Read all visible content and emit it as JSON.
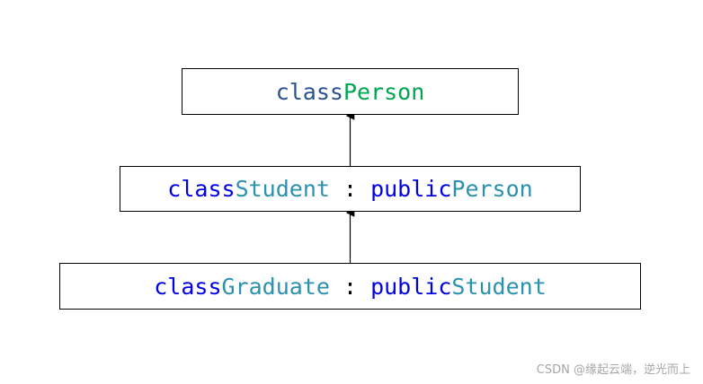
{
  "boxes": {
    "person": {
      "keyword": "class",
      "name": "Person"
    },
    "student": {
      "keyword": "class",
      "name": "Student",
      "separator": " : ",
      "access": "public",
      "base": "Person"
    },
    "graduate": {
      "keyword": "class",
      "name": "Graduate",
      "separator": " : ",
      "access": "public",
      "base": "Student"
    }
  },
  "watermark": "CSDN @缘起云端，逆光而上",
  "colors": {
    "keyword_top": "#2a5190",
    "keyword": "#0000e6",
    "class_name_top": "#00a550",
    "class_name": "#2b91af",
    "border": "#000000"
  }
}
